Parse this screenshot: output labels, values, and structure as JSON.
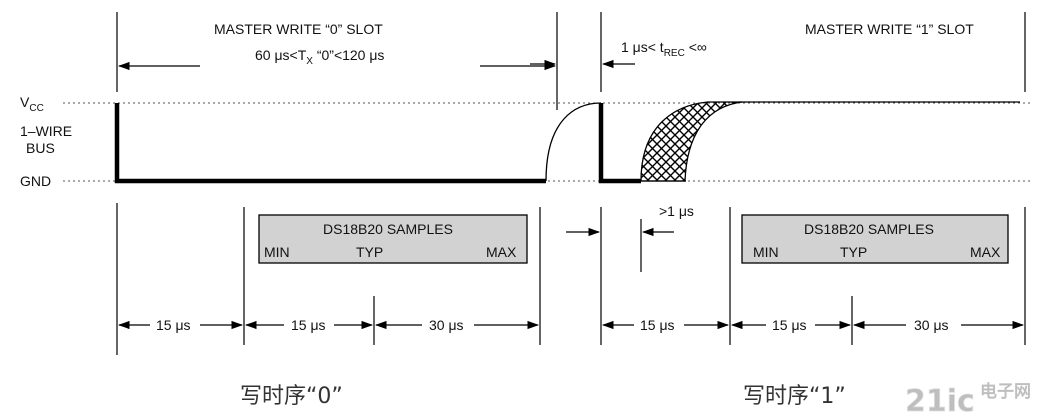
{
  "slot0": {
    "title": "MASTER WRITE “0” SLOT",
    "range_prefix": "60 μs<T",
    "range_sub": "X",
    "range_suffix": " “0”<120 μs"
  },
  "slot1": {
    "title": "MASTER WRITE “1” SLOT",
    "trec_prefix": "1 μs< t",
    "trec_sub": "REC",
    "trec_suffix": " <∞"
  },
  "levels": {
    "vcc_main": "V",
    "vcc_sub": "CC",
    "bus_line1": "1–WIRE",
    "bus_line2": "BUS",
    "gnd": "GND"
  },
  "samples_box_0": {
    "title": "DS18B20 SAMPLES",
    "min": "MIN",
    "typ": "TYP",
    "max": "MAX"
  },
  "samples_box_1": {
    "title": "DS18B20 SAMPLES",
    "min": "MIN",
    "typ": "TYP",
    "max": "MAX"
  },
  "gap_label": ">1 μs",
  "timing_0": {
    "seg1": "15 μs",
    "seg2": "15 μs",
    "seg3": "30 μs"
  },
  "timing_1": {
    "seg1": "15 μs",
    "seg2": "15 μs",
    "seg3": "30 μs"
  },
  "captions": {
    "write0": "写时序“0”",
    "write1": "写时序“1”"
  },
  "watermark": {
    "logo": "21ic",
    "text": "电子网"
  }
}
